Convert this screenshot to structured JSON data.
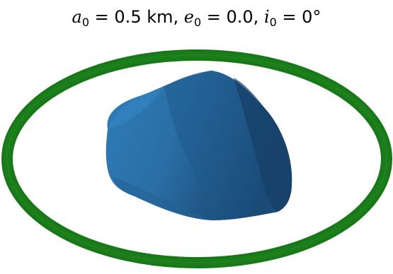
{
  "title": {
    "a_symbol": "a",
    "a_sub": "0",
    "a_value": " = 0.5 km, ",
    "e_symbol": "e",
    "e_sub": "0",
    "e_value": " = 0.0, ",
    "i_symbol": "i",
    "i_sub": "0",
    "i_value": " = 0°"
  },
  "colors": {
    "orbit": "#1a7d1a",
    "body_light": "#2e79b5",
    "body_mid": "#235f93",
    "body_dark": "#163f66"
  }
}
